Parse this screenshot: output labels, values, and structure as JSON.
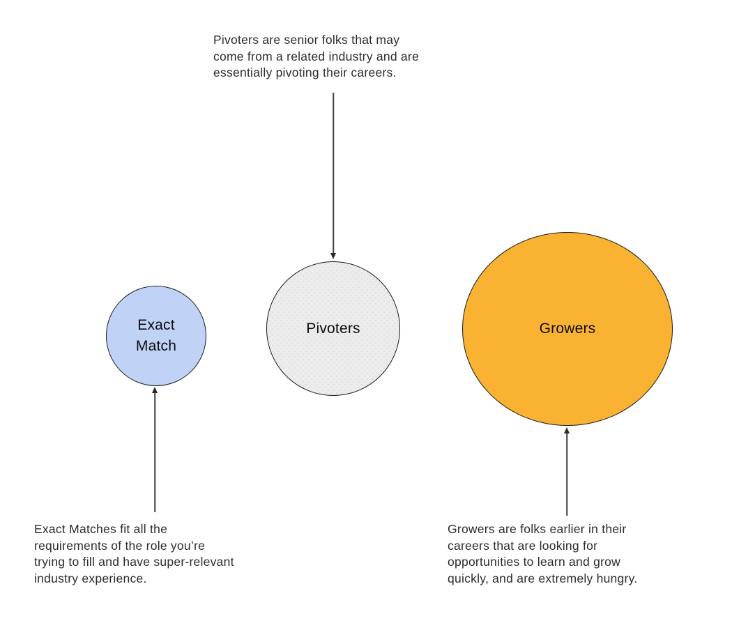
{
  "circles": {
    "exact_match": {
      "label": "Exact\nMatch",
      "fill": "#c0d3f7"
    },
    "pivoters": {
      "label": "Pivoters",
      "fill": "#ececec"
    },
    "growers": {
      "label": "Growers",
      "fill": "#f9b232"
    }
  },
  "annotations": {
    "pivoters_note": "Pivoters are senior folks that may\ncome from a related industry and are\nessentially pivoting their careers.",
    "exact_match_note": "Exact Matches fit all the\nrequirements of the role you’re\ntrying to fill and have super-relevant\nindustry experience.",
    "growers_note": "Growers are folks earlier in their\ncareers that are looking for\nopportunities to learn and grow\nquickly, and are extremely hungry."
  },
  "colors": {
    "circle_border": "#1a1a1a",
    "arrow": "#3d3d3d",
    "annotation_text": "#2b2b2b",
    "background": "#ffffff"
  }
}
